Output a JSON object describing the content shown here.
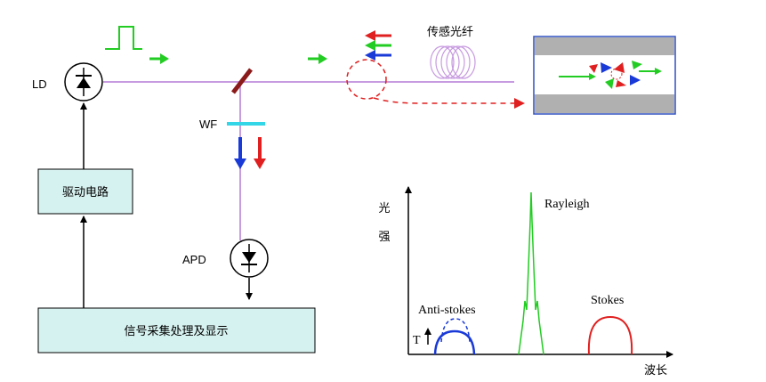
{
  "labels": {
    "ld": "LD",
    "wf": "WF",
    "apd": "APD",
    "sensing_fiber": "传感光纤",
    "drive_circuit": "驱动电路",
    "signal_box": "信号采集处理及显示",
    "y_axis_char1": "光",
    "y_axis_char2": "强",
    "x_axis": "波长",
    "rayleigh": "Rayleigh",
    "anti_stokes": "Anti-stokes",
    "stokes": "Stokes",
    "t_marker": "T"
  },
  "colors": {
    "fiber": "#c79be0",
    "green": "#22cc22",
    "red": "#e02020",
    "blue": "#1a3ad8",
    "cyan": "#33d6e6",
    "mirror": "#8b1a1a",
    "box_fill": "#d6f2f0",
    "tube_gray": "#b0b0b0",
    "tube_border": "#3050c0"
  }
}
